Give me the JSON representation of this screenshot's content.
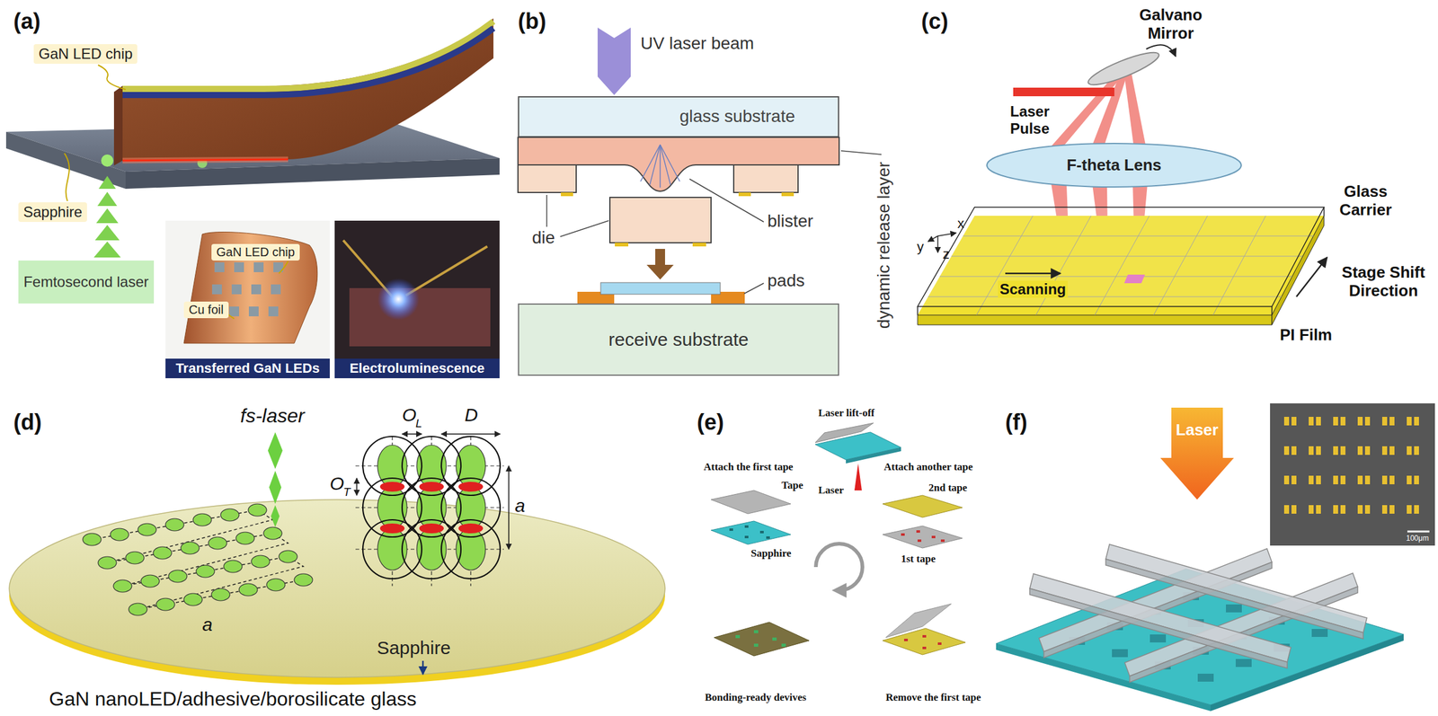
{
  "diagram": {
    "nodes": [
      {
        "text": [
          "GaN LED chip"
        ]
      },
      {
        "text": [
          "Sapphire"
        ]
      },
      {
        "text": [
          "Femtosecond laser"
        ]
      },
      {
        "text": [
          "Transferred GaN LEDs"
        ]
      },
      {
        "text": [
          "Electroluminescence"
        ]
      },
      {
        "text": [
          "GaN LED chip"
        ]
      },
      {
        "text": [
          "Cu foil"
        ]
      },
      {
        "text": [
          "glass substrate"
        ]
      },
      {
        "text": [
          "receive substrate"
        ]
      },
      {
        "text": [
          "F-theta Lens"
        ]
      },
      {
        "text": [
          "Laser"
        ]
      }
    ],
    "labels": [
      "(a)",
      "(b)",
      "(c)",
      "UV laser beam",
      "die",
      "blister",
      "pads",
      "dynamic release layer",
      "Galvano Mirror",
      "Laser Pulse",
      "Glass Carrier",
      "x",
      "y",
      "z",
      "Scanning",
      "Stage Shift Direction",
      "PI Film",
      "(d)",
      "fs-laser",
      "O",
      "L",
      "D",
      "O",
      "T",
      "a",
      "a",
      "Sapphire",
      "GaN nanoLED/adhesive/borosilicate glass",
      "(e)",
      "Laser lift-off",
      "Attach the first tape",
      "Attach another tape",
      "Laser",
      "Tape",
      "2nd tape",
      "Sapphire",
      "1st tape",
      "Bonding-ready devives",
      "Remove the first tape",
      "(f)",
      "100μm"
    ]
  }
}
